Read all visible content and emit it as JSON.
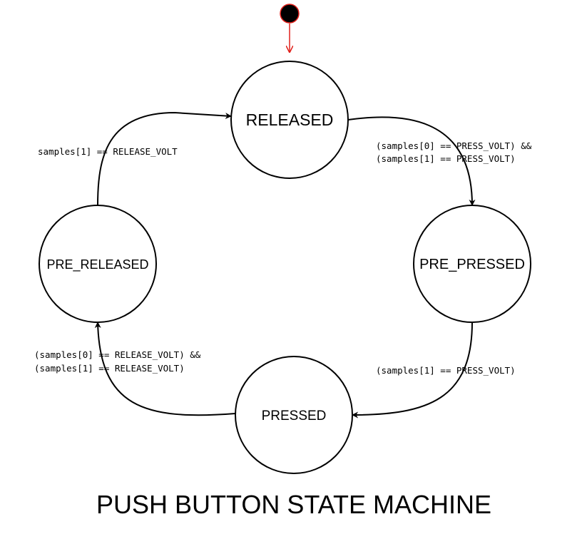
{
  "diagram": {
    "title": "PUSH BUTTON STATE MACHINE",
    "colors": {
      "stroke": "#000000",
      "initial_arrow": "#e0201a",
      "background": "#ffffff"
    },
    "states": {
      "released": "RELEASED",
      "pre_pressed": "PRE_PRESSED",
      "pressed": "PRESSED",
      "pre_released": "PRE_RELEASED"
    },
    "transitions": {
      "released_to_pre_pressed": {
        "line1": "(samples[0] == PRESS_VOLT) &&",
        "line2": "(samples[1] == PRESS_VOLT)"
      },
      "pre_pressed_to_pressed": {
        "line1": "(samples[1] == PRESS_VOLT)"
      },
      "pressed_to_pre_released": {
        "line1": "(samples[0] == RELEASE_VOLT) &&",
        "line2": "(samples[1] == RELEASE_VOLT)"
      },
      "pre_released_to_released": {
        "line1": "samples[1] == RELEASE_VOLT"
      }
    }
  }
}
